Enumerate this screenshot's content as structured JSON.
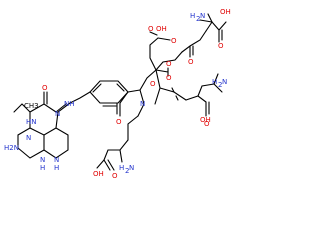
{
  "colors": {
    "carbon_bond": "#000000",
    "oxygen": "#e00000",
    "nitrogen": "#2233cc",
    "background": "#ffffff"
  },
  "atoms": [
    {
      "id": "o_cooh1_oh",
      "text": "OH",
      "element": "O"
    },
    {
      "id": "o_cooh1_o",
      "text": "O",
      "element": "O"
    },
    {
      "id": "n_h2n_1",
      "text": "H",
      "element": "N"
    },
    {
      "id": "n_h2n_1b",
      "text": "2",
      "element": "N"
    },
    {
      "id": "n_h2n_1c",
      "text": "N",
      "element": "N"
    },
    {
      "id": "o_cooh2_o",
      "text": "O",
      "element": "O"
    },
    {
      "id": "o_cooh2_oh",
      "text": "OH",
      "element": "O"
    },
    {
      "id": "o_ester1",
      "text": "O",
      "element": "O"
    },
    {
      "id": "o_ester2",
      "text": "O",
      "element": "O"
    },
    {
      "id": "o_ester_co",
      "text": "O",
      "element": "O"
    },
    {
      "id": "o_ketone",
      "text": "O",
      "element": "O"
    },
    {
      "id": "o_amide",
      "text": "O",
      "element": "O"
    },
    {
      "id": "n_amide",
      "text": "N",
      "element": "N"
    },
    {
      "id": "n_h2n_2",
      "text": "H",
      "element": "N"
    },
    {
      "id": "n_h2n_2b",
      "text": "2",
      "element": "N"
    },
    {
      "id": "n_h2n_2c",
      "text": "N",
      "element": "N"
    },
    {
      "id": "o_cooh3_oh",
      "text": "OH",
      "element": "O"
    },
    {
      "id": "o_cooh3_o",
      "text": "O",
      "element": "O"
    },
    {
      "id": "o_amide2",
      "text": "O",
      "element": "O"
    },
    {
      "id": "n_h2n_3",
      "text": "H",
      "element": "N"
    },
    {
      "id": "n_h2n_3b",
      "text": "2",
      "element": "N"
    },
    {
      "id": "n_h2n_3c",
      "text": "N",
      "element": "N"
    },
    {
      "id": "o_cooh4_o",
      "text": "O",
      "element": "O"
    },
    {
      "id": "o_cooh4_oh",
      "text": "OH",
      "element": "O"
    },
    {
      "id": "n_nh_link",
      "text": "NH",
      "element": "N"
    },
    {
      "id": "o_pter",
      "text": "O",
      "element": "O"
    },
    {
      "id": "n_pter_n5",
      "text": "N",
      "element": "N"
    },
    {
      "id": "n_pter_methyl",
      "text": "CH3",
      "element": "C"
    },
    {
      "id": "n_pter_n3",
      "text": "HN",
      "element": "N"
    },
    {
      "id": "n_pter_n1",
      "text": "N",
      "element": "N"
    },
    {
      "id": "n_pter_h2n",
      "text": "H2N",
      "element": "N"
    },
    {
      "id": "n_pter_n8",
      "text": "N",
      "element": "N"
    },
    {
      "id": "n_pter_n8h",
      "text": "H",
      "element": "N"
    },
    {
      "id": "n_pter_n",
      "text": "N",
      "element": "N"
    },
    {
      "id": "n_pter_nh",
      "text": "H",
      "element": "N"
    }
  ]
}
